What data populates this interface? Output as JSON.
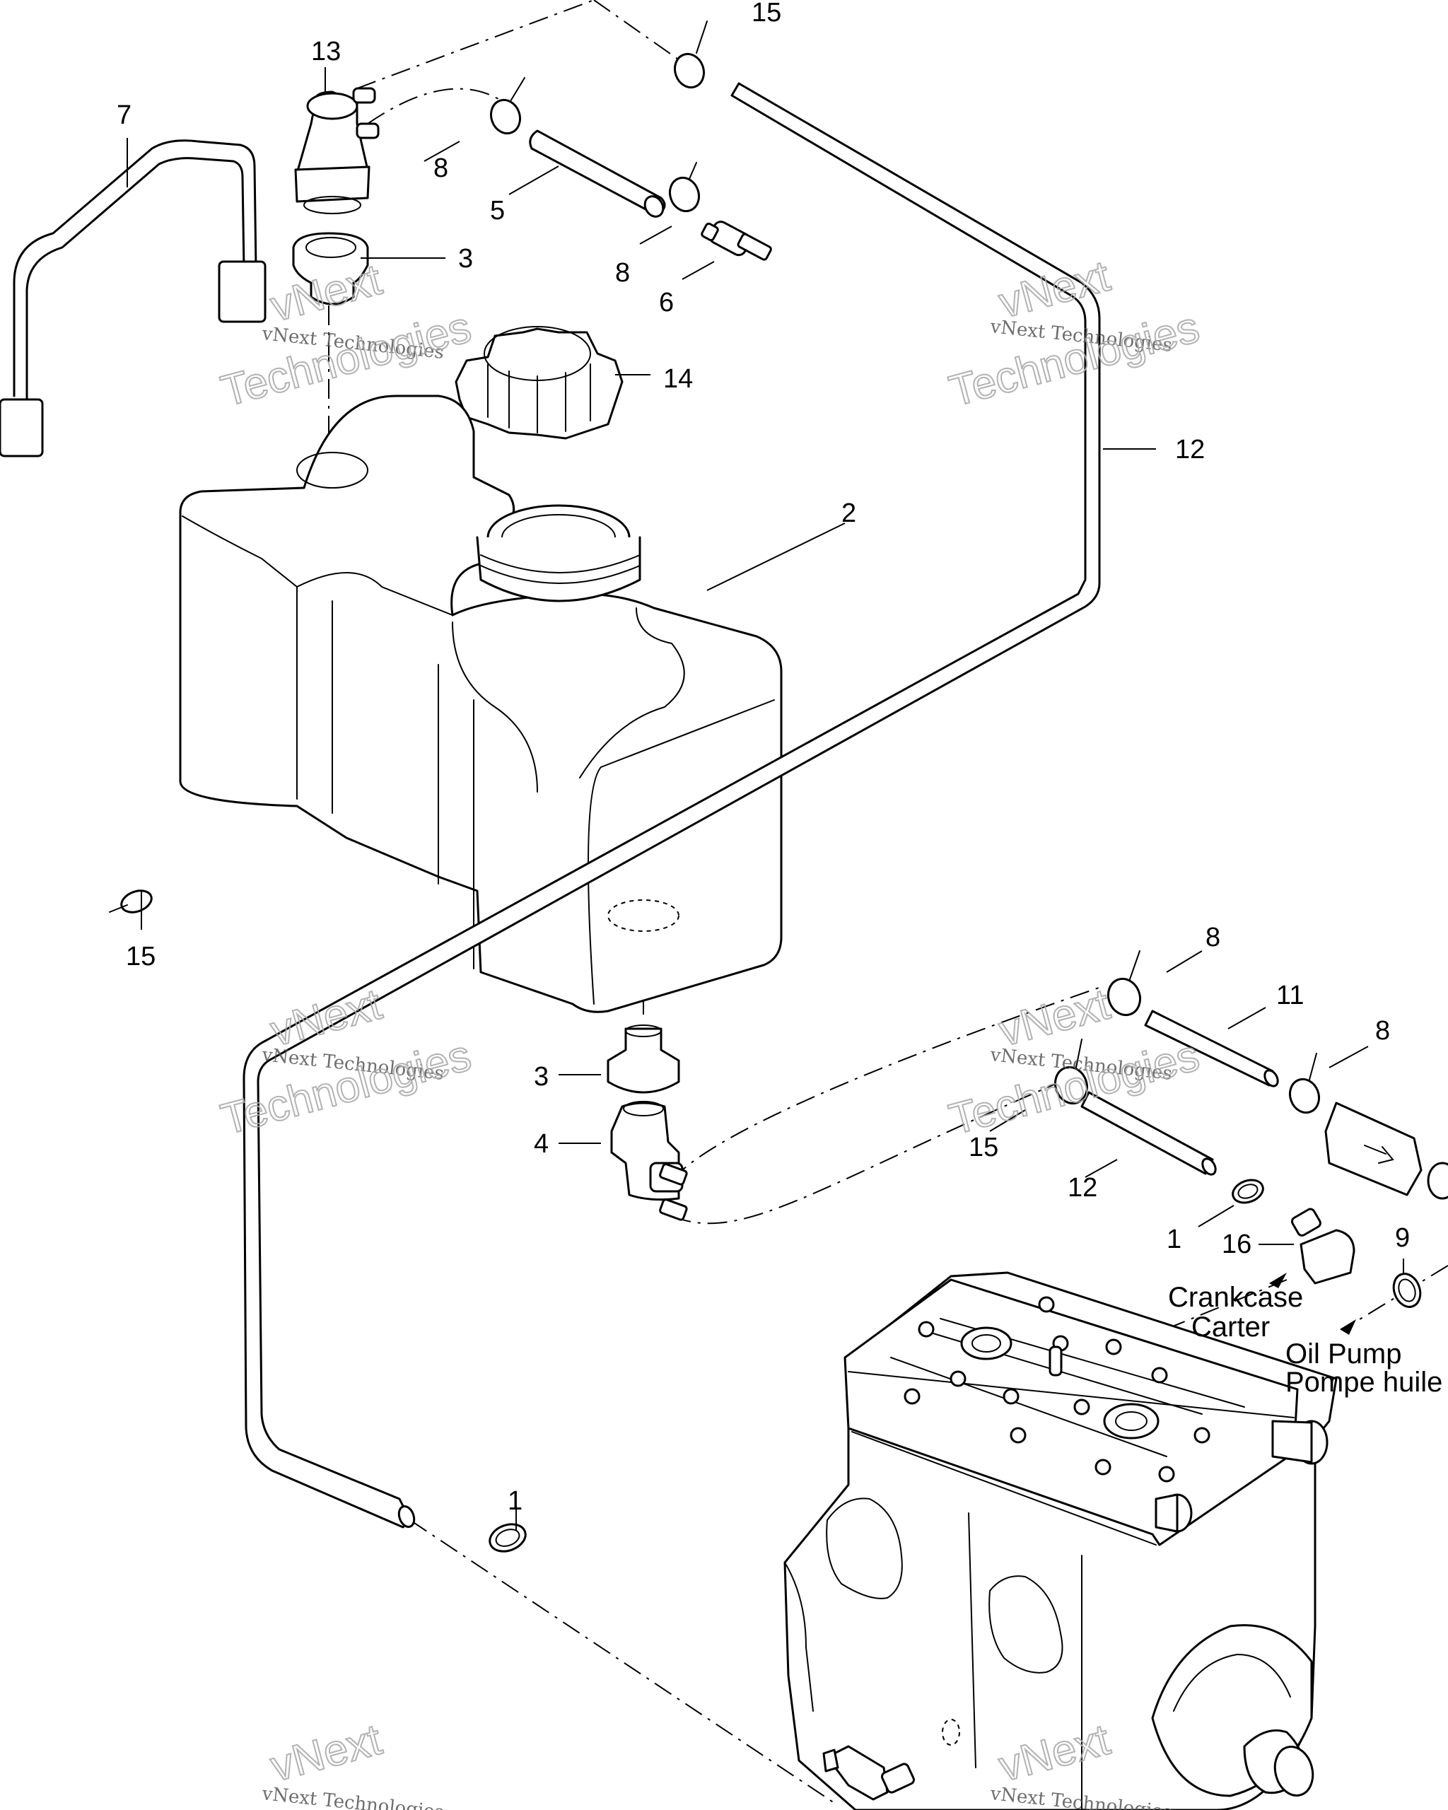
{
  "callouts": {
    "c1a": "1",
    "c1b": "1",
    "c2": "2",
    "c3a": "3",
    "c3b": "3",
    "c4": "4",
    "c5": "5",
    "c6": "6",
    "c7": "7",
    "c8a": "8",
    "c8b": "8",
    "c8c": "8",
    "c8d": "8",
    "c9": "9",
    "c11": "11",
    "c12a": "12",
    "c12b": "12",
    "c13": "13",
    "c14": "14",
    "c15a": "15",
    "c15b": "15",
    "c15c": "15",
    "c16": "16"
  },
  "notes": {
    "crankcase": "Crankcase",
    "carter": "Carter",
    "oil_pump": "Oil Pump",
    "pompe_huile": "Pompe huile"
  },
  "watermark": {
    "small": "vNext Technologies",
    "big1": "vNext",
    "big2": "Technologies"
  },
  "icons": [
    "oil-tank",
    "fill-cap",
    "vent-fitting",
    "grommet",
    "elbow-fitting",
    "check-valve",
    "oil-filter",
    "gear-clamp",
    "tie-clamp",
    "hose",
    "engine-block",
    "retaining-strap"
  ]
}
